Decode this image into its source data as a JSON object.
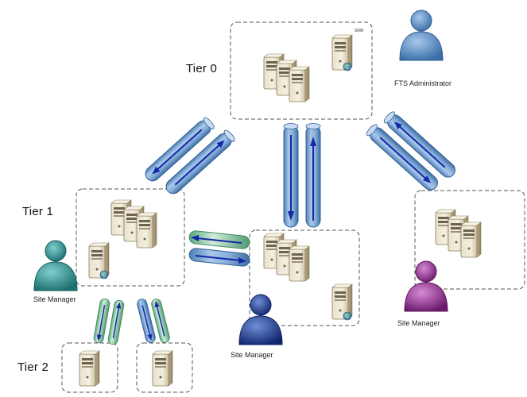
{
  "tiers": {
    "tier0": "Tier 0",
    "tier1": "Tier 1",
    "tier2": "Tier 2"
  },
  "roles": {
    "fts_admin": "FTS Administrator",
    "site_manager_left": "Site Manager",
    "site_manager_center": "Site Manager",
    "site_manager_right": "Site Manager"
  },
  "server_tag": "SRM",
  "colors": {
    "pipe_blue": "#7aa7d6",
    "pipe_green": "#9ed4b0",
    "arrow": "#1428a8",
    "person_admin": "#5b8fc7",
    "person_teal": "#2c8a8a",
    "person_navy": "#1f3a8c",
    "person_purple": "#8c2a8c"
  }
}
